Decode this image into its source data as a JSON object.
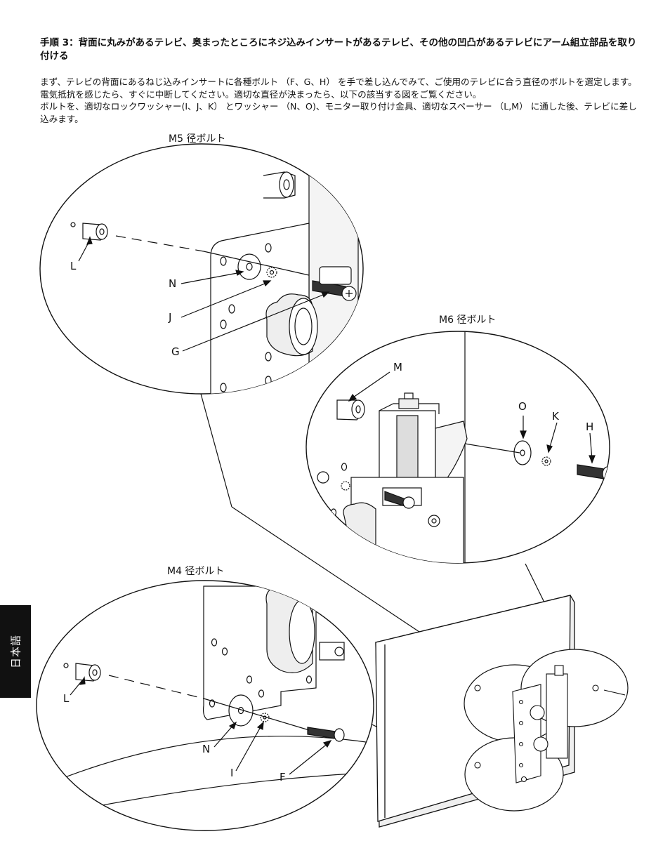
{
  "heading": "手順 3：背面に丸みがあるテレビ、奥まったところにネジ込みインサートがあるテレビ、その他の凹凸があるテレビにアーム組立部品を取り付ける",
  "body": [
    "まず、テレビの背面にあるねじ込みインサートに各種ボルト （F、G、H） を手で差し込んでみて、ご使用のテレビに合う直径のボルトを選定します。電気抵抗を感じたら、すぐに中断してください。適切な直径が決まったら、以下の該当する図をご覧ください。",
    "ボルトを、適切なロックワッシャー(I、J、K） とワッシャー （N、O)、モニター取り付け金具、適切なスペーサー （L,M） に通した後、テレビに差し込みます。"
  ],
  "captions": {
    "m5": "M5 径ボルト",
    "m6": "M6 径ボルト",
    "m4": "M4 径ボルト"
  },
  "labels": {
    "m5": [
      "L",
      "N",
      "J",
      "G"
    ],
    "m6": [
      "M",
      "O",
      "K",
      "H"
    ],
    "m4": [
      "L",
      "N",
      "I",
      "F"
    ]
  },
  "side_tab": "日本語"
}
